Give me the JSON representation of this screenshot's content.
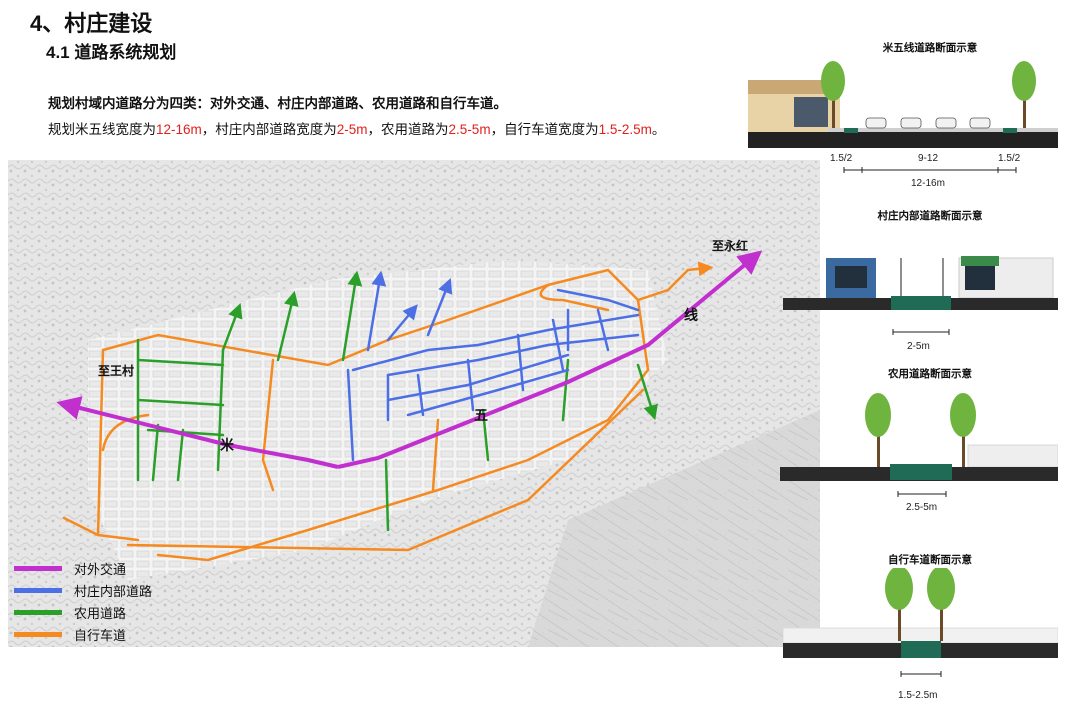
{
  "heading": "4、村庄建设",
  "subheading": "4.1 道路系统规划",
  "description_bold": "规划村域内道路分为四类：对外交通、村庄内部道路、农用道路和自行车道。",
  "description_line": {
    "p1": "规划米五线宽度为",
    "v1": "12-16m",
    "p2": "，村庄内部道路宽度为",
    "v2": "2-5m",
    "p3": "，农用道路为",
    "v3": "2.5-5m",
    "p4": "，自行车道宽度为",
    "v4": "1.5-2.5m",
    "p5": "。"
  },
  "map": {
    "label_west": "至王村",
    "label_east": "至永红",
    "road_chars": [
      "米",
      "五",
      "线"
    ]
  },
  "legend": [
    {
      "label": "对外交通",
      "color": "#c12fcf"
    },
    {
      "label": "村庄内部道路",
      "color": "#4d6fe6"
    },
    {
      "label": "农用道路",
      "color": "#2aa02a"
    },
    {
      "label": "自行车道",
      "color": "#f58a21"
    }
  ],
  "sections": {
    "s1": {
      "title": "米五线道路断面示意",
      "dim_left": "1.5/2",
      "dim_mid": "9-12",
      "dim_right": "1.5/2",
      "dim_total": "12-16m"
    },
    "s2": {
      "title": "村庄内部道路断面示意",
      "dim": "2-5m"
    },
    "s3": {
      "title": "农用道路断面示意",
      "dim": "2.5-5m"
    },
    "s4": {
      "title": "自行车道断面示意",
      "dim": "1.5-2.5m"
    }
  },
  "colors": {
    "accent_red": "#e0201d",
    "road_green": "#1f6b55",
    "ground": "#2a2a2a",
    "tree": "#6fb43f"
  }
}
